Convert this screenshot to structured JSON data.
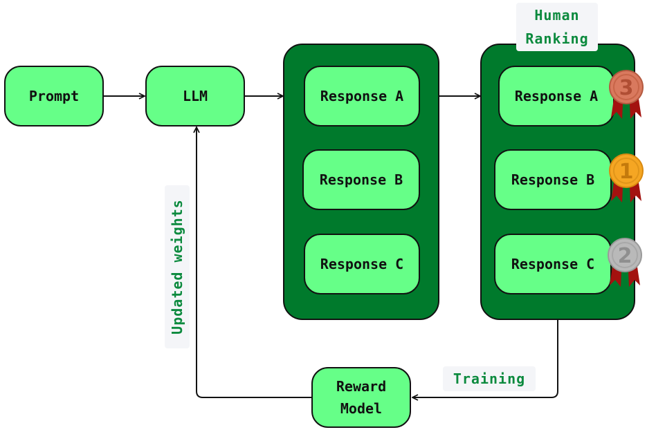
{
  "nodes": {
    "prompt": "Prompt",
    "llm": "LLM",
    "reward_model_line1": "Reward",
    "reward_model_line2": "Model"
  },
  "responses_group": {
    "a": "Response A",
    "b": "Response B",
    "c": "Response C"
  },
  "ranking_group": {
    "a": "Response A",
    "b": "Response B",
    "c": "Response C",
    "rank_a": "3",
    "rank_b": "1",
    "rank_c": "2"
  },
  "labels": {
    "human_ranking_line1": "Human",
    "human_ranking_line2": "Ranking",
    "training": "Training",
    "updated_weights": "Updated weights"
  },
  "colors": {
    "node_fill": "#66ff88",
    "group_fill": "#007a2c",
    "label_text": "#0c8a3e",
    "medal_gold": "#f5a623",
    "medal_silver": "#b9b9b9",
    "medal_bronze": "#d9795e",
    "ribbon": "#a3120f"
  }
}
